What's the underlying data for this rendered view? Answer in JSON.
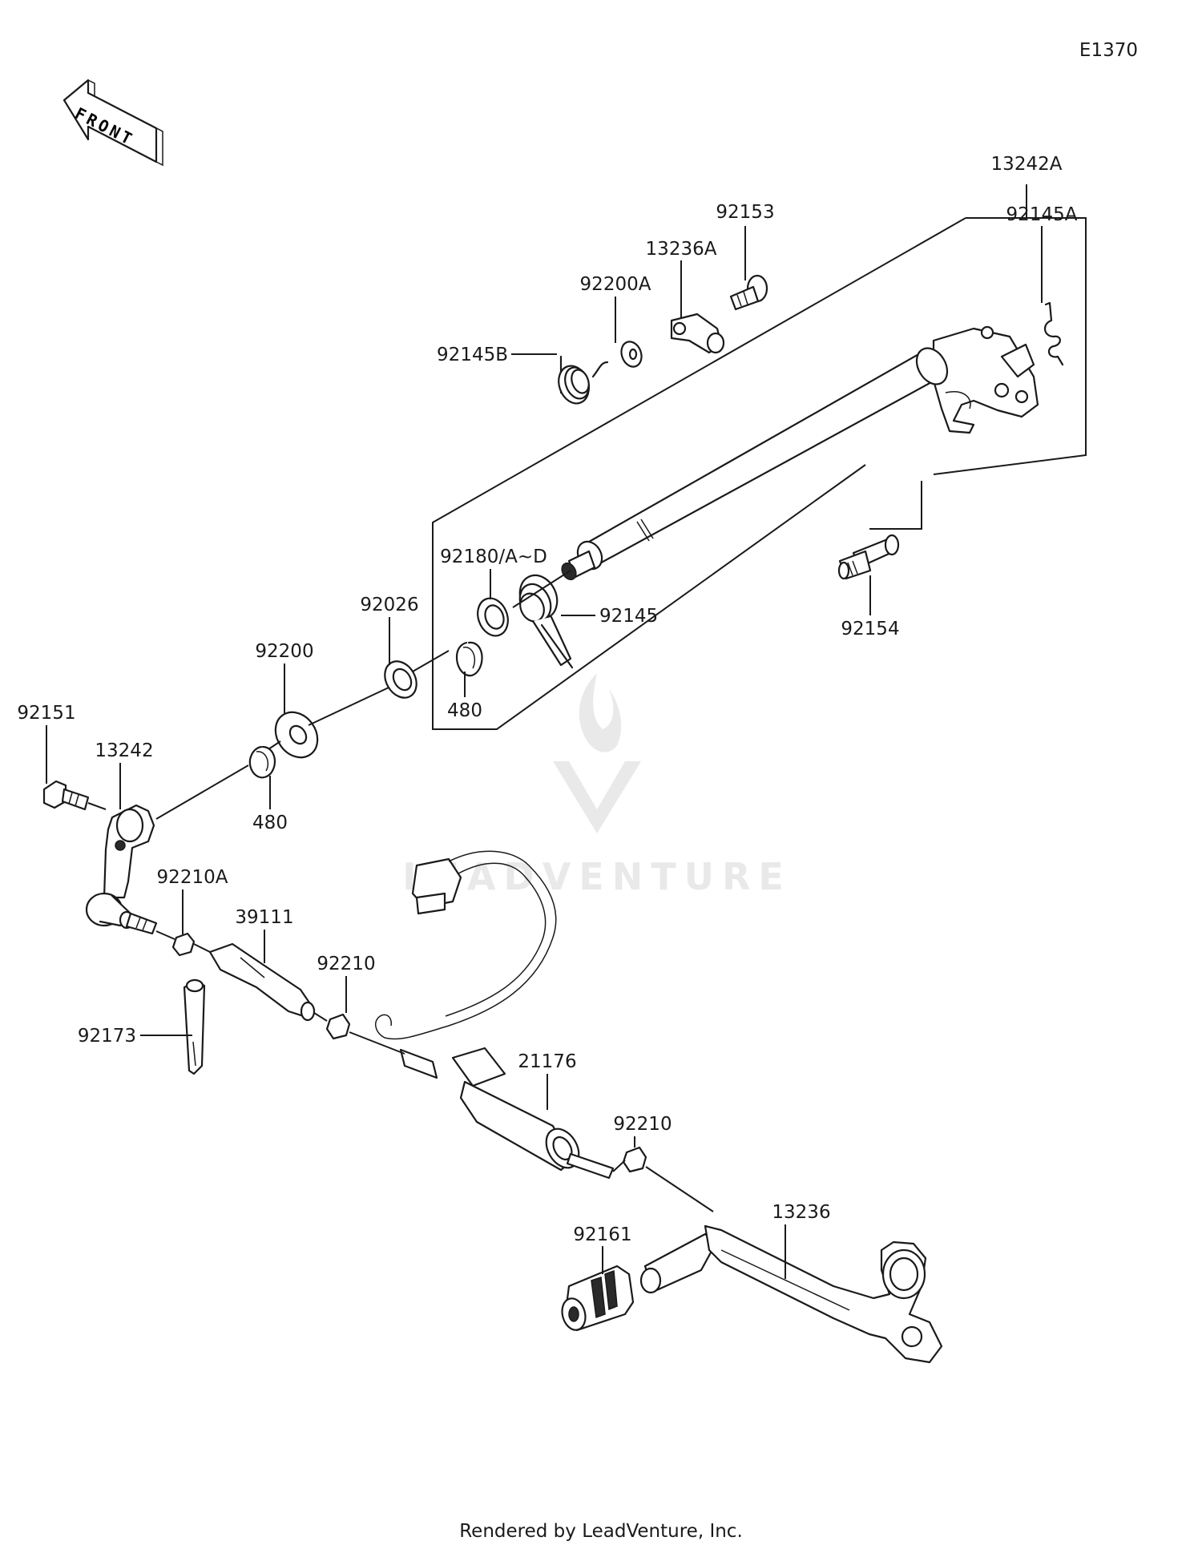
{
  "diagram_id": "E1370",
  "front_label": "FRONT",
  "watermark_text": "LEADVENTURE",
  "footer": "Rendered by LeadVenture, Inc.",
  "parts": {
    "p13242A": "13242A",
    "p92145A": "92145A",
    "p92153": "92153",
    "p13236A": "13236A",
    "p92200A": "92200A",
    "p92145B": "92145B",
    "p92180": "92180/A~D",
    "p92145": "92145",
    "p92154": "92154",
    "p92026": "92026",
    "p480a": "480",
    "p92200": "92200",
    "p92151": "92151",
    "p13242": "13242",
    "p480b": "480",
    "p92210A": "92210A",
    "p39111": "39111",
    "p92210a": "92210",
    "p92173": "92173",
    "p21176": "21176",
    "p92210b": "92210",
    "p13236": "13236",
    "p92161": "92161"
  }
}
